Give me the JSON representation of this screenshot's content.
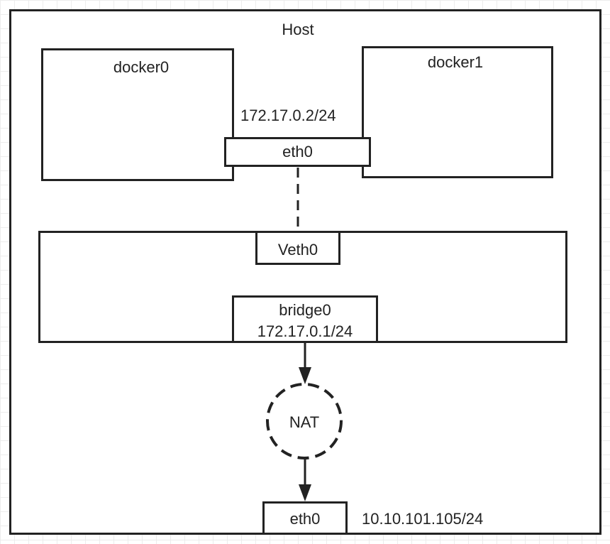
{
  "host": {
    "label": "Host"
  },
  "docker0": {
    "label": "docker0"
  },
  "docker1": {
    "label": "docker1"
  },
  "container_eth": {
    "label": "eth0",
    "ip": "172.17.0.2/24"
  },
  "bridge_area": {
    "veth": {
      "label": "Veth0"
    },
    "bridge": {
      "label": "bridge0",
      "ip": "172.17.0.1/24"
    }
  },
  "nat": {
    "label": "NAT"
  },
  "host_eth": {
    "label": "eth0",
    "ip": "10.10.101.105/24"
  }
}
